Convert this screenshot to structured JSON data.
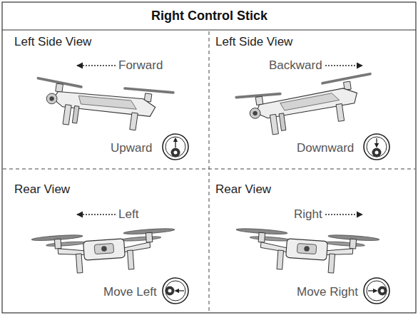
{
  "diagram": {
    "title": "Right Control Stick",
    "labels": [
      "Left Side View",
      "Forward",
      "Upward",
      "Left Side View",
      "Backward",
      "Downward",
      "Rear View",
      "Left",
      "Move Left",
      "Rear View",
      "Right",
      "Move Right"
    ]
  }
}
